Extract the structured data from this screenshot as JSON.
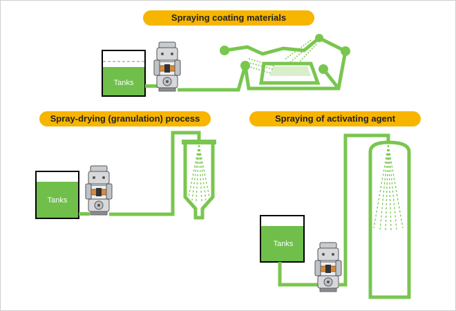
{
  "sections": {
    "coating": {
      "title": "Spraying coating materials",
      "tank_label": "Tanks"
    },
    "spray_drying": {
      "title": "Spray-drying (granulation) process",
      "tank_label": "Tanks"
    },
    "activating": {
      "title": "Spraying of activating agent",
      "tank_label": "Tanks"
    }
  },
  "colors": {
    "pipe": "#79c64f",
    "tank_fill": "#6fbf4a",
    "pill": "#f7b500",
    "pump_metal": "#c9cccf",
    "pump_copper": "#d98a3a"
  },
  "icons": [
    "pump-icon",
    "spray-nozzle-icon",
    "coating-pan-icon",
    "spray-dryer-icon",
    "tower-icon"
  ]
}
